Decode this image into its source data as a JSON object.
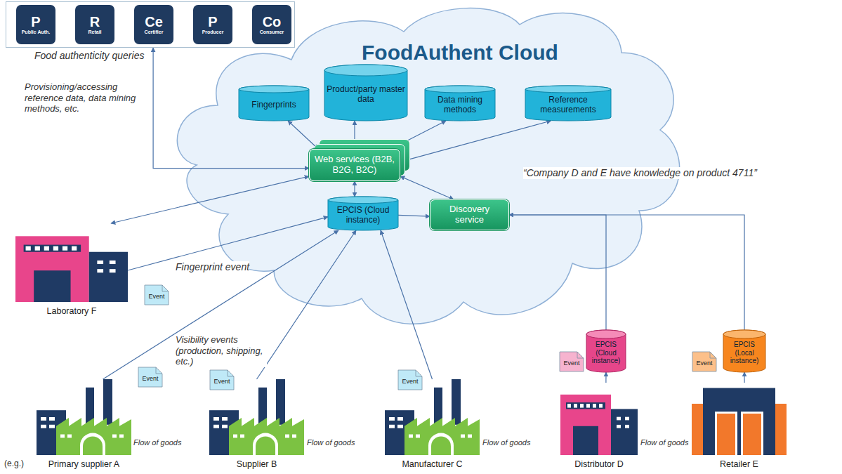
{
  "diagram": {
    "nodes": [
      {
        "text": [
          "Food authenticity queries"
        ]
      },
      {
        "text": [
          "P",
          "Public Auth."
        ],
        "in": 0
      },
      {
        "text": [
          "R",
          "Retail"
        ],
        "in": 0
      },
      {
        "text": [
          "Ce",
          "Certifier"
        ],
        "in": 0
      },
      {
        "text": [
          "P",
          "Producer"
        ],
        "in": 0
      },
      {
        "text": [
          "Co",
          "Consumer"
        ],
        "in": 0
      },
      {
        "text": [
          "FoodAuthent Cloud"
        ]
      },
      {
        "text": [
          "Fingerprints"
        ],
        "in": 6
      },
      {
        "text": [
          "Product/party master data"
        ],
        "in": 6
      },
      {
        "text": [
          "Data mining methods"
        ],
        "in": 6
      },
      {
        "text": [
          "Reference measurements"
        ],
        "in": 6
      },
      {
        "text": [
          "Web services (B2B, B2G, B2C)"
        ],
        "in": 6
      },
      {
        "text": [
          "EPCIS (Cloud instance)"
        ],
        "in": 6
      },
      {
        "text": [
          "Discovery service"
        ],
        "in": 6
      },
      {
        "text": [
          "Laboratory F"
        ]
      },
      {
        "text": [
          "Event"
        ]
      },
      {
        "text": [
          "Event"
        ]
      },
      {
        "text": [
          "Event"
        ]
      },
      {
        "text": [
          "Event"
        ]
      },
      {
        "text": [
          "EPCIS (Cloud instance)"
        ]
      },
      {
        "text": [
          "EPCIS (Local instance)"
        ]
      },
      {
        "text": [
          "Event"
        ]
      },
      {
        "text": [
          "Event"
        ]
      },
      {
        "text": [
          "Primary supplier A"
        ]
      },
      {
        "text": [
          "Supplier B"
        ]
      },
      {
        "text": [
          "Manufacturer C"
        ]
      },
      {
        "text": [
          "Distributor D"
        ]
      },
      {
        "text": [
          "Retailer E"
        ]
      }
    ],
    "edges": [
      {
        "from": 11,
        "to": 0,
        "arrow": "both"
      },
      {
        "from": 11,
        "to": 7,
        "arrow": "both"
      },
      {
        "from": 11,
        "to": 8,
        "arrow": "both"
      },
      {
        "from": 11,
        "to": 9,
        "arrow": "both"
      },
      {
        "from": 11,
        "to": 10,
        "arrow": "both"
      },
      {
        "from": 11,
        "to": 12,
        "arrow": "both"
      },
      {
        "from": 11,
        "to": 13,
        "arrow": "both"
      },
      {
        "from": 12,
        "to": 13,
        "arrow": "to"
      },
      {
        "from": 14,
        "to": 11,
        "arrow": "both"
      },
      {
        "from": 14,
        "to": 12,
        "arrow": "to"
      },
      {
        "from": 23,
        "to": 12,
        "arrow": "to"
      },
      {
        "from": 24,
        "to": 12,
        "arrow": "to"
      },
      {
        "from": 25,
        "to": 12,
        "arrow": "to"
      },
      {
        "from": 26,
        "to": 19,
        "arrow": "to"
      },
      {
        "from": 27,
        "to": 20,
        "arrow": "to"
      },
      {
        "from": 19,
        "to": 13,
        "arrow": "to"
      },
      {
        "from": 20,
        "to": 13,
        "arrow": "to"
      }
    ],
    "labels": [
      "Provisioning/accessing reference data, data mining methods, etc.",
      "Fingerprint event",
      "Visibility events (production, shipping, etc.)",
      "“Company D and E have knowledge on product 4711”",
      "(e.g.)",
      "Flow of goods",
      "Flow of goods",
      "Flow of goods",
      "Flow of goods"
    ]
  }
}
